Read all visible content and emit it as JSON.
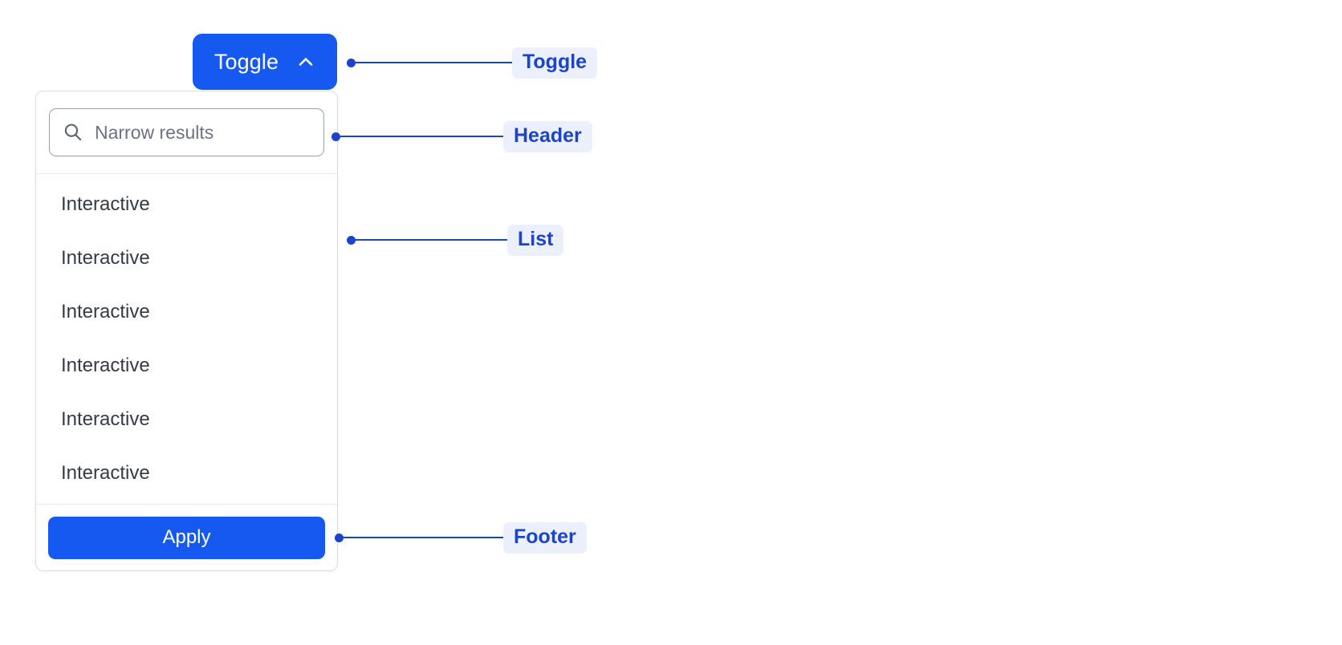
{
  "theme": {
    "accent_blue": "#1559f0",
    "annotation_blue": "#1b44c8",
    "annotation_chip_bg": "#ebf0fc",
    "panel_border": "#d9dde3",
    "divider": "#e6e8ec",
    "list_text": "#343a46",
    "placeholder_text": "#6b7280",
    "background": "#ffffff"
  },
  "toggle": {
    "label": "Toggle",
    "icon": "chevron-up-icon",
    "expanded": true
  },
  "panel": {
    "header": {
      "search": {
        "icon": "search-icon",
        "placeholder": "Narrow results",
        "value": ""
      }
    },
    "list": {
      "items": [
        {
          "label": "Interactive"
        },
        {
          "label": "Interactive"
        },
        {
          "label": "Interactive"
        },
        {
          "label": "Interactive"
        },
        {
          "label": "Interactive"
        },
        {
          "label": "Interactive"
        }
      ]
    },
    "footer": {
      "apply_label": "Apply"
    }
  },
  "annotations": [
    {
      "id": "toggle",
      "label": "Toggle"
    },
    {
      "id": "header",
      "label": "Header"
    },
    {
      "id": "list",
      "label": "List"
    },
    {
      "id": "footer",
      "label": "Footer"
    }
  ]
}
